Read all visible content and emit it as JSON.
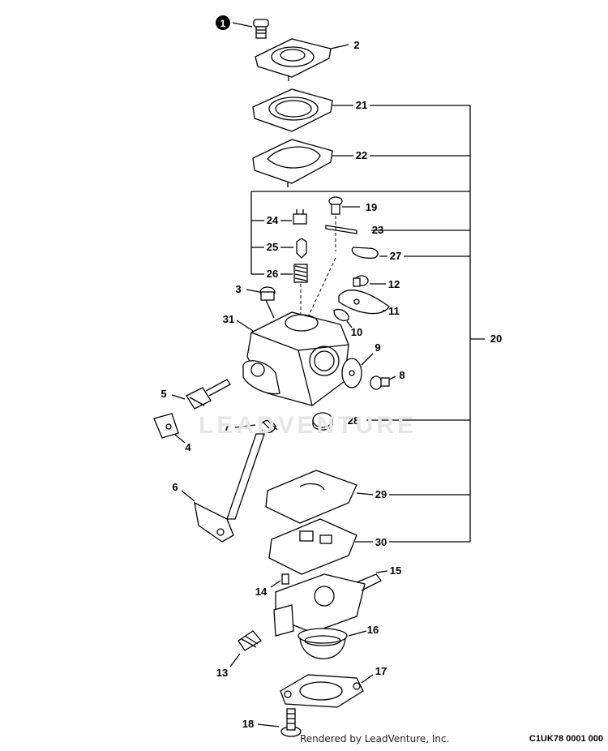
{
  "diagram": {
    "callout_labels": [
      "1",
      "2",
      "21",
      "22",
      "19",
      "24",
      "23",
      "25",
      "27",
      "26",
      "12",
      "3",
      "11",
      "31",
      "10",
      "20",
      "9",
      "8",
      "5",
      "28",
      "7",
      "4",
      "6",
      "29",
      "30",
      "15",
      "14",
      "16",
      "13",
      "17",
      "18"
    ],
    "marked_label": "1",
    "watermark": "LEADVENTURE"
  },
  "footer": {
    "code": "C1UK78 0001 000",
    "credit": "Rendered by LeadVenture, Inc."
  },
  "colors": {
    "line": "#000000",
    "background": "#ffffff",
    "watermark": "#e6e6e6"
  }
}
